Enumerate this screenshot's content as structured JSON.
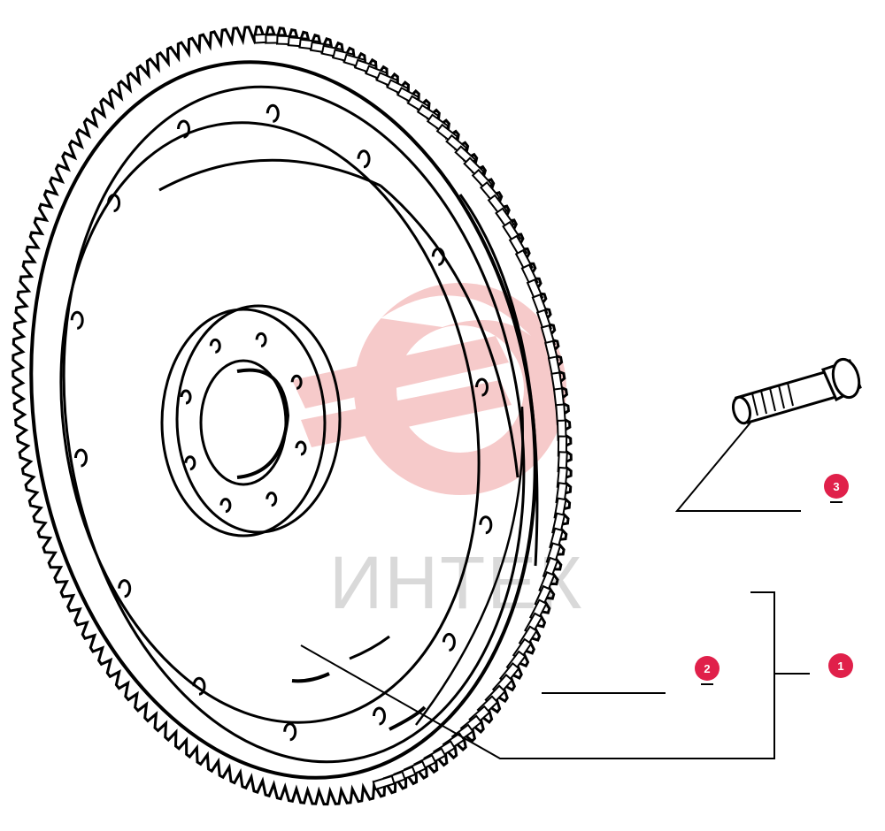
{
  "watermark": {
    "text": "ИНТЕК",
    "logo": "gear-wrench-logo",
    "logo_color": "#f6c5c5",
    "text_color": "#d9d9d9"
  },
  "callouts": [
    {
      "id": "1",
      "label": "1"
    },
    {
      "id": "2",
      "label": "2"
    },
    {
      "id": "3",
      "label": "3"
    }
  ],
  "colors": {
    "callout": "#e0204a",
    "line": "#000000",
    "background": "#ffffff"
  },
  "parts": {
    "flywheel": "flywheel-drawing",
    "ring_gear": "ring-gear-drawing",
    "bolt": "bolt-drawing"
  }
}
